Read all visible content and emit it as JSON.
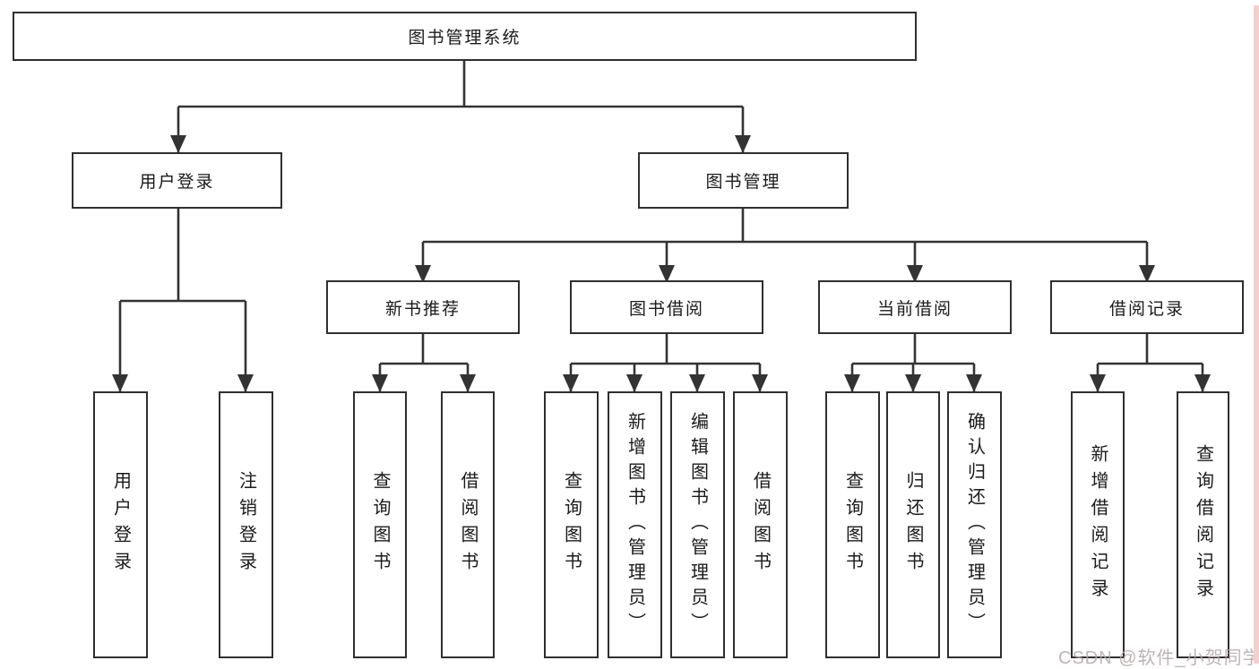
{
  "diagram_title": "图书管理系统",
  "nodes": {
    "root": "图书管理系统",
    "l2": [
      "用户登录",
      "图书管理"
    ],
    "l3": [
      "新书推荐",
      "图书借阅",
      "当前借阅",
      "借阅记录"
    ],
    "leaves_login": [
      "用户登录",
      "注销登录"
    ],
    "leaves_newbook": [
      "查询图书",
      "借阅图书"
    ],
    "leaves_borrow": [
      "查询图书",
      "新增图书（管理员）",
      "编辑图书（管理员）",
      "借阅图书"
    ],
    "leaves_current": [
      "查询图书",
      "归还图书",
      "确认归还（管理员）"
    ],
    "leaves_record": [
      "新增借阅记录",
      "查询借阅记录"
    ]
  },
  "watermark": "CSDN @软件_小贺同学",
  "colors": {
    "line": "#333333",
    "box_border": "#2f2f2f",
    "text": "#1a1a1a",
    "watermark": "#b3a8a8",
    "right_edge_strip": "#f5cfcf",
    "background": "#ffffff"
  }
}
